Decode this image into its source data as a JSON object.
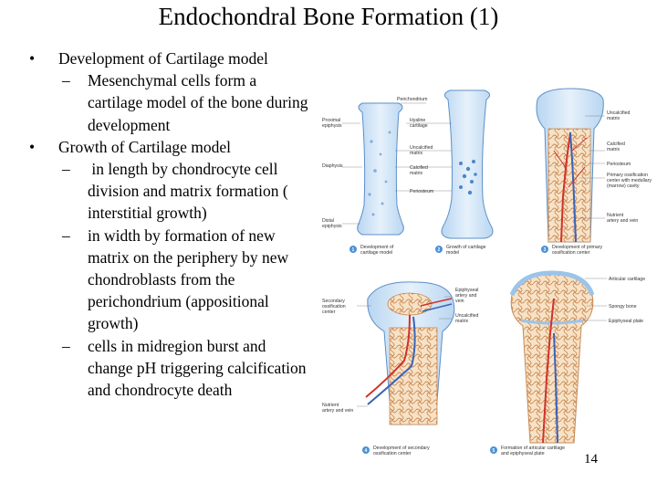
{
  "slide": {
    "title": "Endochondral Bone Formation (1)",
    "bullets": [
      {
        "text": "Development of Cartilage model",
        "sub": [
          "Mesenchymal cells form a cartilage model of the bone during development"
        ]
      },
      {
        "text": "Growth of Cartilage model",
        "sub": [
          " in length by chondrocyte cell division and matrix formation ( interstitial growth)",
          "in width by formation of new matrix on the periphery by new chondroblasts from the perichondrium (appositional growth)",
          "cells in midregion burst and change pH triggering calcification and chondrocyte death"
        ]
      }
    ],
    "bullet_glyph": "•",
    "dash_glyph": "–",
    "page_number": "14"
  },
  "figure": {
    "labels": {
      "perichondrium": "Perichondrium",
      "proximal_epiphysis_1": "Proximal",
      "proximal_epiphysis_2": "epiphysis",
      "hyaline_1": "Hyaline",
      "hyaline_2": "cartilage",
      "diaphysis": "Diaphysis",
      "uncalcified_top_1": "Uncalcified",
      "uncalcified_top_2": "matrix",
      "calcified_top_1": "Calcified",
      "calcified_top_2": "matrix",
      "uncalcified_mid_1": "Uncalcified",
      "uncalcified_mid_2": "matrix",
      "calcified_mid_1": "Calcified",
      "calcified_mid_2": "matrix",
      "periosteum_mid": "Periosteum",
      "periosteum_right": "Periosteum",
      "primary_center_1": "Primary ossification",
      "primary_center_2": "center with medullary",
      "primary_center_3": "(marrow) cavity",
      "distal_epiphysis_1": "Distal",
      "distal_epiphysis_2": "epiphysis",
      "nutrient_top_1": "Nutrient",
      "nutrient_top_2": "artery and vein",
      "secondary_center_1": "Secondary",
      "secondary_center_2": "ossification",
      "secondary_center_3": "center",
      "epiphyseal_vessels_1": "Epiphyseal",
      "epiphyseal_vessels_2": "artery and",
      "epiphyseal_vessels_3": "vein",
      "uncalcified_low_1": "Uncalcified",
      "uncalcified_low_2": "matrix",
      "nutrient_low_1": "Nutrient",
      "nutrient_low_2": "artery and vein",
      "articular_cartilage": "Articular cartilage",
      "spongy_bone": "Spongy bone",
      "epiphyseal_plate": "Epiphyseal plate"
    },
    "captions": {
      "c1_1": "Development of",
      "c1_2": "cartilage model",
      "c2_1": "Growth of cartilage",
      "c2_2": "model",
      "c3_1": "Development of primary",
      "c3_2": "ossification center",
      "c4_1": "Development of secondary",
      "c4_2": "ossification center",
      "c5_1": "Formation of articular cartilage",
      "c5_2": "and epiphyseal plate"
    },
    "step_numbers": [
      "1",
      "2",
      "3",
      "4",
      "5"
    ],
    "colors": {
      "cartilage": "#cfe3f5",
      "cartilage_dark": "#7fb0e0",
      "bone": "#f3d9b8",
      "bone_dark": "#c98a55",
      "artery": "#d0312d",
      "vein": "#3a63b8",
      "step_badge": "#4a90d9"
    }
  }
}
